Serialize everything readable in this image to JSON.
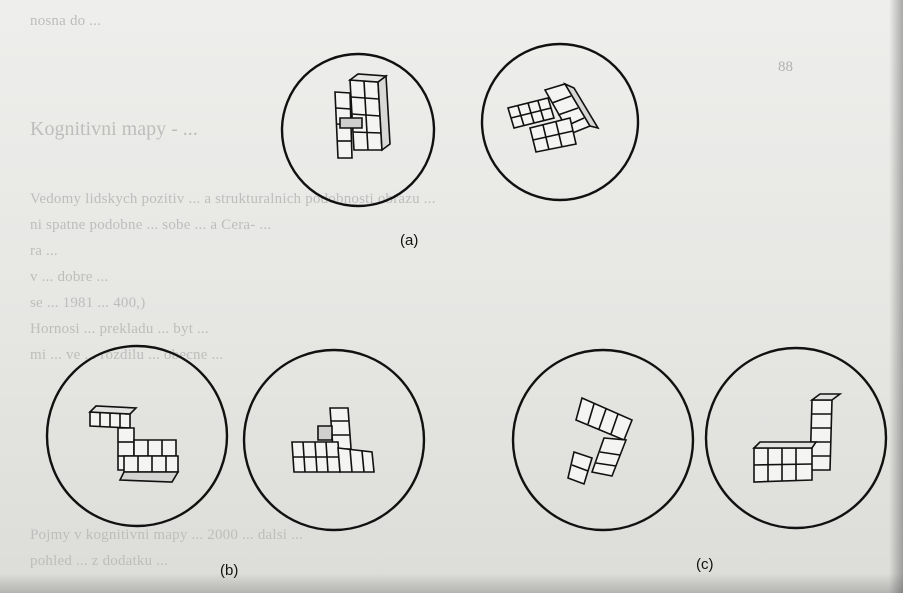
{
  "bleed_through": {
    "top_lines": [
      "nosna do ...",
      "Kognitivni mapy - ..."
    ],
    "body_lines": [
      "Vedomy lidskych pozitiv ... a strukturalnich podobnosti obrazu ...",
      "ni spatne podobne ... sobe ... a Cera- ...",
      "ra ...",
      "v ... dobre ...",
      "se ... 1981 ... 400,)",
      "Hornosi ... prekladu ... byt ...",
      "mi ... ve ... rozdilu ... obecne ..."
    ],
    "foot_lines": [
      "Pojmy v kognitivni mapy ... 2000 ... dalsi ...",
      "pohled ... z dodatku ..."
    ],
    "page_number": "88"
  },
  "figure": {
    "captions": {
      "a": "(a)",
      "b": "(b)",
      "c": "(c)"
    },
    "panels": [
      {
        "id": "a1",
        "group": "a",
        "shape": "vertical-L-cube-stack"
      },
      {
        "id": "a2",
        "group": "a",
        "shape": "tilted-L-cube-stack"
      },
      {
        "id": "b1",
        "group": "b",
        "shape": "zigzag-cube-stack"
      },
      {
        "id": "b2",
        "group": "b",
        "shape": "arch-cube-stack"
      },
      {
        "id": "c1",
        "group": "c",
        "shape": "bent-cube-stack"
      },
      {
        "id": "c2",
        "group": "c",
        "shape": "upright-L-cube-stack"
      }
    ]
  }
}
